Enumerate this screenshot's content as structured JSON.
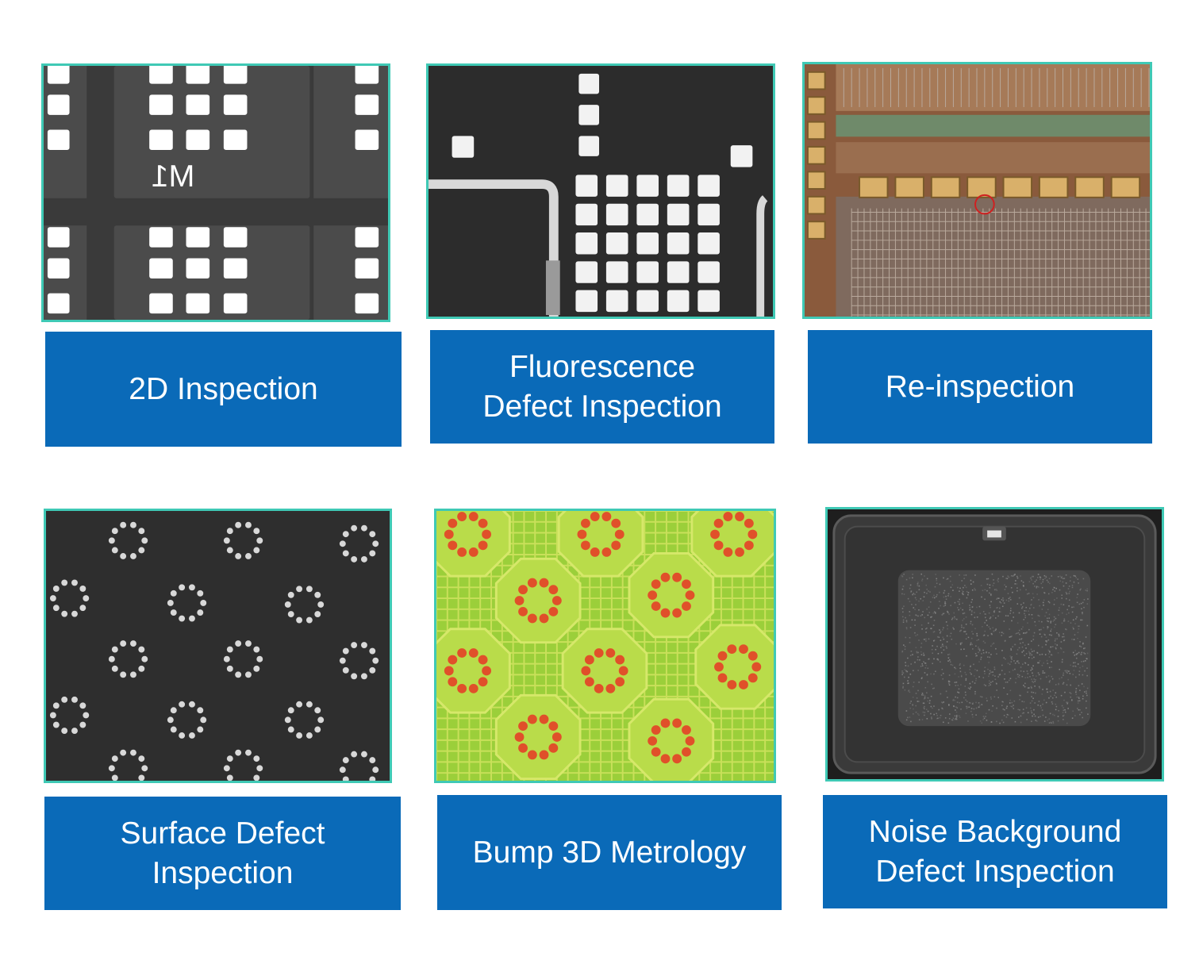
{
  "panels": [
    {
      "id": "2d",
      "image_text": "M1",
      "label_lines": [
        "2D Inspection"
      ]
    },
    {
      "id": "fluorescence",
      "label_lines": [
        "Fluorescence",
        "Defect Inspection"
      ]
    },
    {
      "id": "reinspection",
      "label_lines": [
        "Re-inspection"
      ]
    },
    {
      "id": "surface",
      "label_lines": [
        "Surface Defect",
        "Inspection"
      ]
    },
    {
      "id": "bump3d",
      "label_lines": [
        "Bump 3D Metrology"
      ]
    },
    {
      "id": "noise",
      "label_lines": [
        "Noise Background",
        "Defect Inspection"
      ]
    }
  ],
  "colors": {
    "label_bg": "#0a6ab8",
    "frame": "#3fc9b5",
    "label_text": "#ffffff"
  }
}
